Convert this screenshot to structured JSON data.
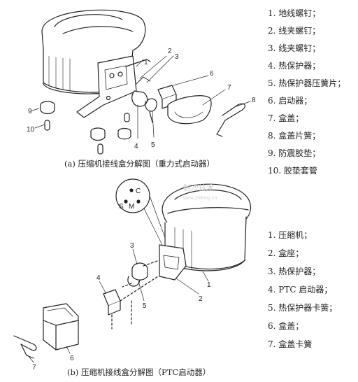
{
  "figure_a": {
    "caption": "(a) 压缩机接线盒分解图（重力式启动器）",
    "legend": [
      "1. 地线螺钉；",
      "2. 线夹螺钉；",
      "3. 线夹螺钉；",
      "4. 热保护器；",
      "5. 热保护器压簧片；",
      "6. 启动器；",
      "7. 盒盖；",
      "8. 盒盖片簧；",
      "9. 防震胶垫；",
      "10. 胶垫套管"
    ],
    "callouts": [
      "1",
      "2",
      "3",
      "4",
      "5",
      "6",
      "7",
      "8",
      "9",
      "10"
    ]
  },
  "figure_b": {
    "caption": "(b) 压缩机接线盒分解图（PTC启动器）",
    "legend": [
      "1. 压缩机；",
      "2. 盒座；",
      "3. 热保护器；",
      "4. PTC 启动器；",
      "5. 热保护器卡簧；",
      "6. 盒盖；",
      "7. 盒盖卡簧"
    ],
    "callouts": [
      "1",
      "2",
      "3",
      "4",
      "5",
      "6",
      "7"
    ],
    "terminal_labels": {
      "c": "C",
      "s": "S",
      "m": "M"
    }
  },
  "watermark": {
    "line1": "制冷技术",
    "line2": "www.zhileng.cn"
  }
}
